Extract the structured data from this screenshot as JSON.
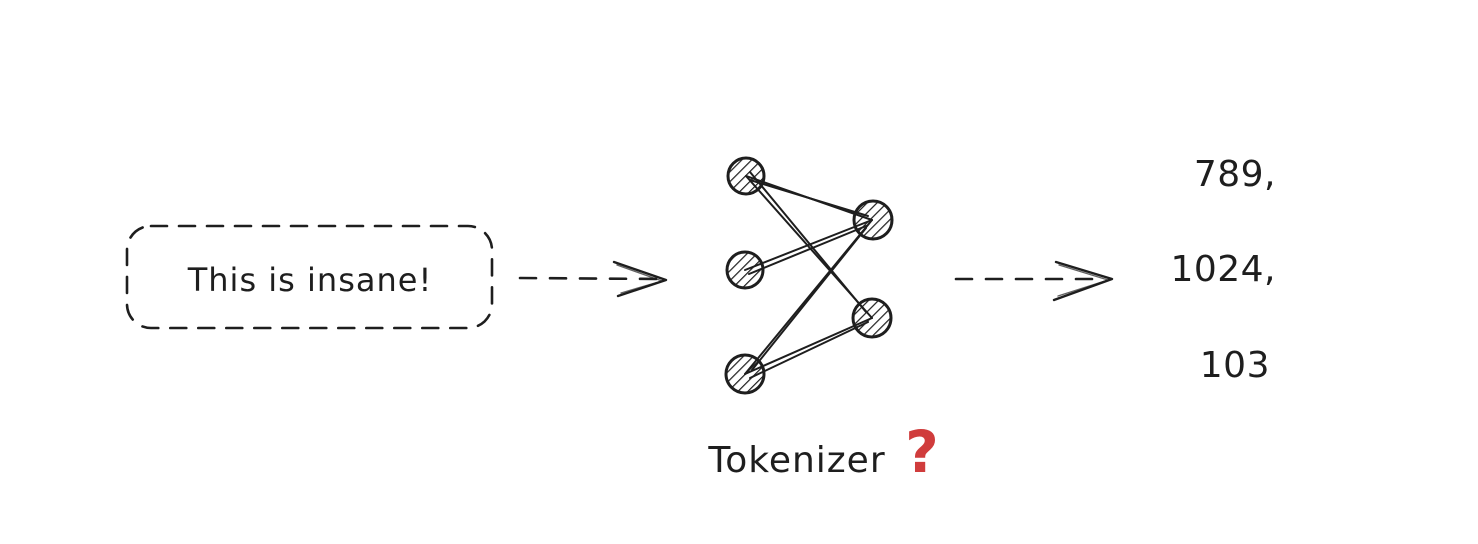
{
  "input": {
    "text": "This is insane!"
  },
  "model": {
    "label": "Tokenizer",
    "question_mark": "?",
    "question_mark_color": "#d03c3c"
  },
  "tokens": [
    {
      "text": "789,"
    },
    {
      "text": "1024,"
    },
    {
      "text": "103"
    }
  ],
  "colors": {
    "stroke": "#1e1e1e",
    "background": "#ffffff"
  },
  "icons": {
    "network": "neural-network-icon",
    "arrow": "dashed-arrow-icon"
  }
}
